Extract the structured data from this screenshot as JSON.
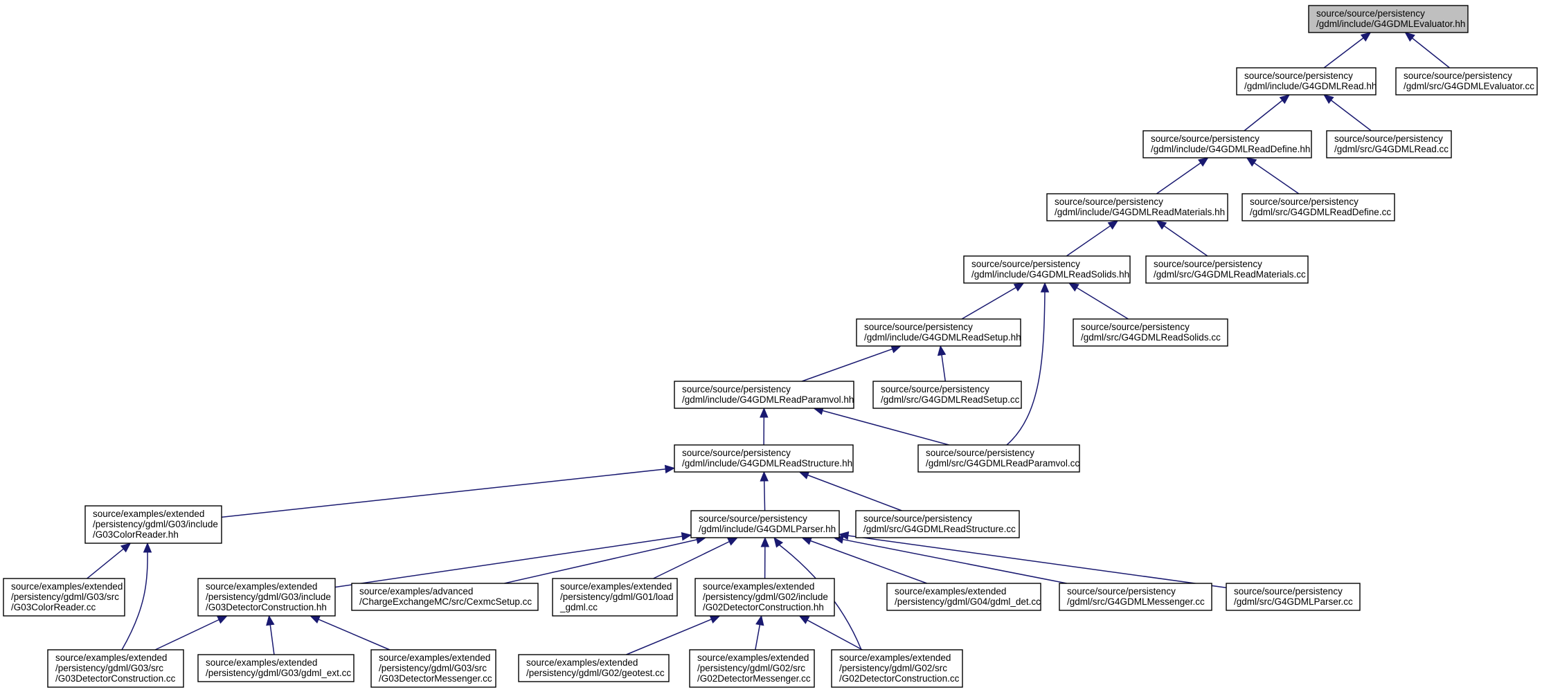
{
  "graph": {
    "nodes": [
      {
        "id": "evaluator_hh",
        "lines": [
          "source/source/persistency",
          "/gdml/include/G4GDMLEvaluator.hh"
        ],
        "root": true
      },
      {
        "id": "read_hh",
        "lines": [
          "source/source/persistency",
          "/gdml/include/G4GDMLRead.hh"
        ]
      },
      {
        "id": "evaluator_cc",
        "lines": [
          "source/source/persistency",
          "/gdml/src/G4GDMLEvaluator.cc"
        ]
      },
      {
        "id": "readdefine_hh",
        "lines": [
          "source/source/persistency",
          "/gdml/include/G4GDMLReadDefine.hh"
        ]
      },
      {
        "id": "read_cc",
        "lines": [
          "source/source/persistency",
          "/gdml/src/G4GDMLRead.cc"
        ]
      },
      {
        "id": "readmaterials_hh",
        "lines": [
          "source/source/persistency",
          "/gdml/include/G4GDMLReadMaterials.hh"
        ]
      },
      {
        "id": "readdefine_cc",
        "lines": [
          "source/source/persistency",
          "/gdml/src/G4GDMLReadDefine.cc"
        ]
      },
      {
        "id": "readsolids_hh",
        "lines": [
          "source/source/persistency",
          "/gdml/include/G4GDMLReadSolids.hh"
        ]
      },
      {
        "id": "readmaterials_cc",
        "lines": [
          "source/source/persistency",
          "/gdml/src/G4GDMLReadMaterials.cc"
        ]
      },
      {
        "id": "readsetup_hh",
        "lines": [
          "source/source/persistency",
          "/gdml/include/G4GDMLReadSetup.hh"
        ]
      },
      {
        "id": "readsolids_cc",
        "lines": [
          "source/source/persistency",
          "/gdml/src/G4GDMLReadSolids.cc"
        ]
      },
      {
        "id": "readparamvol_hh",
        "lines": [
          "source/source/persistency",
          "/gdml/include/G4GDMLReadParamvol.hh"
        ]
      },
      {
        "id": "readsetup_cc",
        "lines": [
          "source/source/persistency",
          "/gdml/src/G4GDMLReadSetup.cc"
        ]
      },
      {
        "id": "readstructure_hh",
        "lines": [
          "source/source/persistency",
          "/gdml/include/G4GDMLReadStructure.hh"
        ]
      },
      {
        "id": "readparamvol_cc",
        "lines": [
          "source/source/persistency",
          "/gdml/src/G4GDMLReadParamvol.cc"
        ]
      },
      {
        "id": "g03colorreader_hh",
        "lines": [
          "source/examples/extended",
          "/persistency/gdml/G03/include",
          "/G03ColorReader.hh"
        ]
      },
      {
        "id": "parser_hh",
        "lines": [
          "source/source/persistency",
          "/gdml/include/G4GDMLParser.hh"
        ]
      },
      {
        "id": "readstructure_cc",
        "lines": [
          "source/source/persistency",
          "/gdml/src/G4GDMLReadStructure.cc"
        ]
      },
      {
        "id": "g03colorreader_cc",
        "lines": [
          "source/examples/extended",
          "/persistency/gdml/G03/src",
          "/G03ColorReader.cc"
        ]
      },
      {
        "id": "g03detcon_hh",
        "lines": [
          "source/examples/extended",
          "/persistency/gdml/G03/include",
          "/G03DetectorConstruction.hh"
        ]
      },
      {
        "id": "cexmcsetup_cc",
        "lines": [
          "source/examples/advanced",
          "/ChargeExchangeMC/src/CexmcSetup.cc"
        ]
      },
      {
        "id": "g01load_cc",
        "lines": [
          "source/examples/extended",
          "/persistency/gdml/G01/load",
          "_gdml.cc"
        ]
      },
      {
        "id": "g02detcon_hh",
        "lines": [
          "source/examples/extended",
          "/persistency/gdml/G02/include",
          "/G02DetectorConstruction.hh"
        ]
      },
      {
        "id": "g04gdmldet_cc",
        "lines": [
          "source/examples/extended",
          "/persistency/gdml/G04/gdml_det.cc"
        ]
      },
      {
        "id": "messenger_cc",
        "lines": [
          "source/source/persistency",
          "/gdml/src/G4GDMLMessenger.cc"
        ]
      },
      {
        "id": "parser_cc",
        "lines": [
          "source/source/persistency",
          "/gdml/src/G4GDMLParser.cc"
        ]
      },
      {
        "id": "g03detcon_cc",
        "lines": [
          "source/examples/extended",
          "/persistency/gdml/G03/src",
          "/G03DetectorConstruction.cc"
        ]
      },
      {
        "id": "g03gdmlext_cc",
        "lines": [
          "source/examples/extended",
          "/persistency/gdml/G03/gdml_ext.cc"
        ]
      },
      {
        "id": "g03detmess_cc",
        "lines": [
          "source/examples/extended",
          "/persistency/gdml/G03/src",
          "/G03DetectorMessenger.cc"
        ]
      },
      {
        "id": "g02geotest_cc",
        "lines": [
          "source/examples/extended",
          "/persistency/gdml/G02/geotest.cc"
        ]
      },
      {
        "id": "g02detmess_cc",
        "lines": [
          "source/examples/extended",
          "/persistency/gdml/G02/src",
          "/G02DetectorMessenger.cc"
        ]
      },
      {
        "id": "g02detcon_cc",
        "lines": [
          "source/examples/extended",
          "/persistency/gdml/G02/src",
          "/G02DetectorConstruction.cc"
        ]
      }
    ],
    "edges": [
      {
        "from": "read_hh",
        "to": "evaluator_hh"
      },
      {
        "from": "evaluator_cc",
        "to": "evaluator_hh"
      },
      {
        "from": "readdefine_hh",
        "to": "read_hh"
      },
      {
        "from": "read_cc",
        "to": "read_hh"
      },
      {
        "from": "readmaterials_hh",
        "to": "readdefine_hh"
      },
      {
        "from": "readdefine_cc",
        "to": "readdefine_hh"
      },
      {
        "from": "readsolids_hh",
        "to": "readmaterials_hh"
      },
      {
        "from": "readmaterials_cc",
        "to": "readmaterials_hh"
      },
      {
        "from": "readsetup_hh",
        "to": "readsolids_hh"
      },
      {
        "from": "readsolids_cc",
        "to": "readsolids_hh"
      },
      {
        "from": "readparamvol_cc",
        "to": "readsolids_hh"
      },
      {
        "from": "readparamvol_hh",
        "to": "readsetup_hh"
      },
      {
        "from": "readsetup_cc",
        "to": "readsetup_hh"
      },
      {
        "from": "readstructure_hh",
        "to": "readparamvol_hh"
      },
      {
        "from": "readparamvol_cc",
        "to": "readparamvol_hh"
      },
      {
        "from": "g03colorreader_hh",
        "to": "readstructure_hh"
      },
      {
        "from": "parser_hh",
        "to": "readstructure_hh"
      },
      {
        "from": "readstructure_cc",
        "to": "readstructure_hh"
      },
      {
        "from": "g03colorreader_cc",
        "to": "g03colorreader_hh"
      },
      {
        "from": "g03detcon_cc",
        "to": "g03colorreader_hh"
      },
      {
        "from": "g03detcon_hh",
        "to": "parser_hh"
      },
      {
        "from": "cexmcsetup_cc",
        "to": "parser_hh"
      },
      {
        "from": "g01load_cc",
        "to": "parser_hh"
      },
      {
        "from": "g02detcon_hh",
        "to": "parser_hh"
      },
      {
        "from": "g02detcon_cc",
        "to": "parser_hh"
      },
      {
        "from": "g04gdmldet_cc",
        "to": "parser_hh"
      },
      {
        "from": "messenger_cc",
        "to": "parser_hh"
      },
      {
        "from": "parser_cc",
        "to": "parser_hh"
      },
      {
        "from": "g03detcon_cc",
        "to": "g03detcon_hh"
      },
      {
        "from": "g03gdmlext_cc",
        "to": "g03detcon_hh"
      },
      {
        "from": "g03detmess_cc",
        "to": "g03detcon_hh"
      },
      {
        "from": "g02geotest_cc",
        "to": "g02detcon_hh"
      },
      {
        "from": "g02detmess_cc",
        "to": "g02detcon_hh"
      },
      {
        "from": "g02detcon_cc",
        "to": "g02detcon_hh"
      }
    ]
  },
  "colors": {
    "edge": "#191970",
    "root_fill": "#bfbfbf",
    "node_fill": "#ffffff",
    "node_border": "#000000"
  }
}
